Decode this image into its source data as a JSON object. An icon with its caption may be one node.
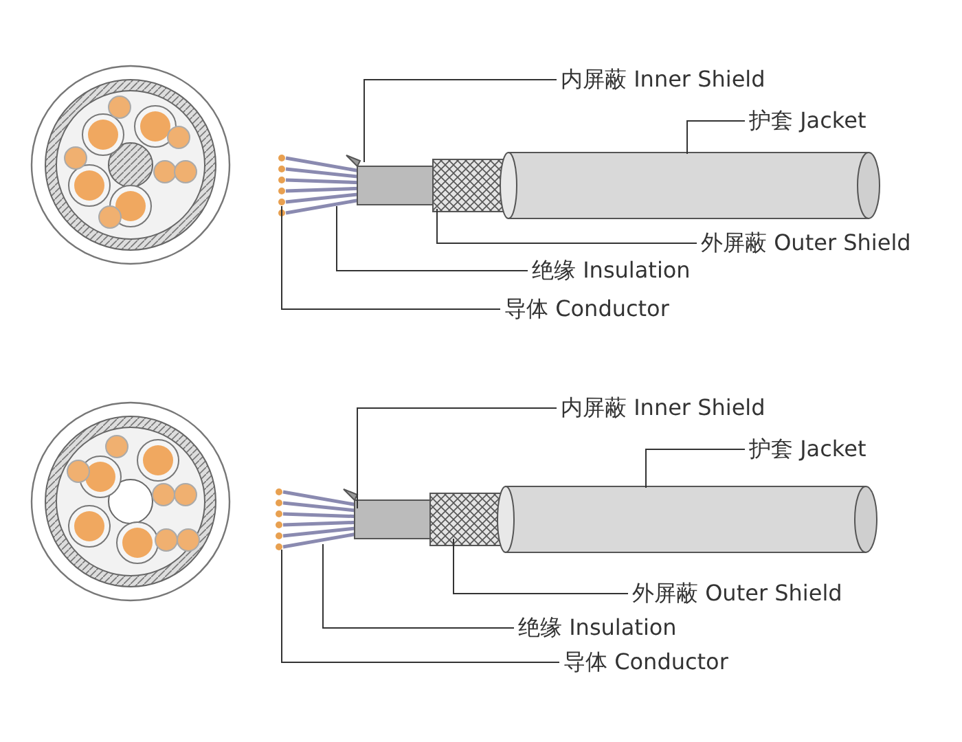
{
  "diagram": {
    "nodes": [
      {
        "text": [
          "内屏蔽 Inner Shield"
        ]
      },
      {
        "text": [
          "护套 Jacket"
        ]
      },
      {
        "text": [
          "外屏蔽 Outer Shield"
        ]
      },
      {
        "text": [
          "绝缘 Insulation"
        ]
      },
      {
        "text": [
          "导体 Conductor"
        ]
      },
      {
        "text": [
          "内屏蔽 Inner Shield"
        ]
      },
      {
        "text": [
          "护套 Jacket"
        ]
      },
      {
        "text": [
          "外屏蔽 Outer Shield"
        ]
      },
      {
        "text": [
          "绝缘 Insulation"
        ]
      },
      {
        "text": [
          "导体 Conductor"
        ]
      }
    ],
    "edges": [
      {
        "from": 0,
        "to": null,
        "arrow": "none"
      },
      {
        "from": 1,
        "to": null,
        "arrow": "none"
      },
      {
        "from": 2,
        "to": null,
        "arrow": "none"
      },
      {
        "from": 3,
        "to": null,
        "arrow": "none"
      },
      {
        "from": 4,
        "to": null,
        "arrow": "none"
      },
      {
        "from": 5,
        "to": null,
        "arrow": "none"
      },
      {
        "from": 6,
        "to": null,
        "arrow": "none"
      },
      {
        "from": 7,
        "to": null,
        "arrow": "none"
      },
      {
        "from": 8,
        "to": null,
        "arrow": "none"
      },
      {
        "from": 9,
        "to": null,
        "arrow": "none"
      }
    ]
  }
}
